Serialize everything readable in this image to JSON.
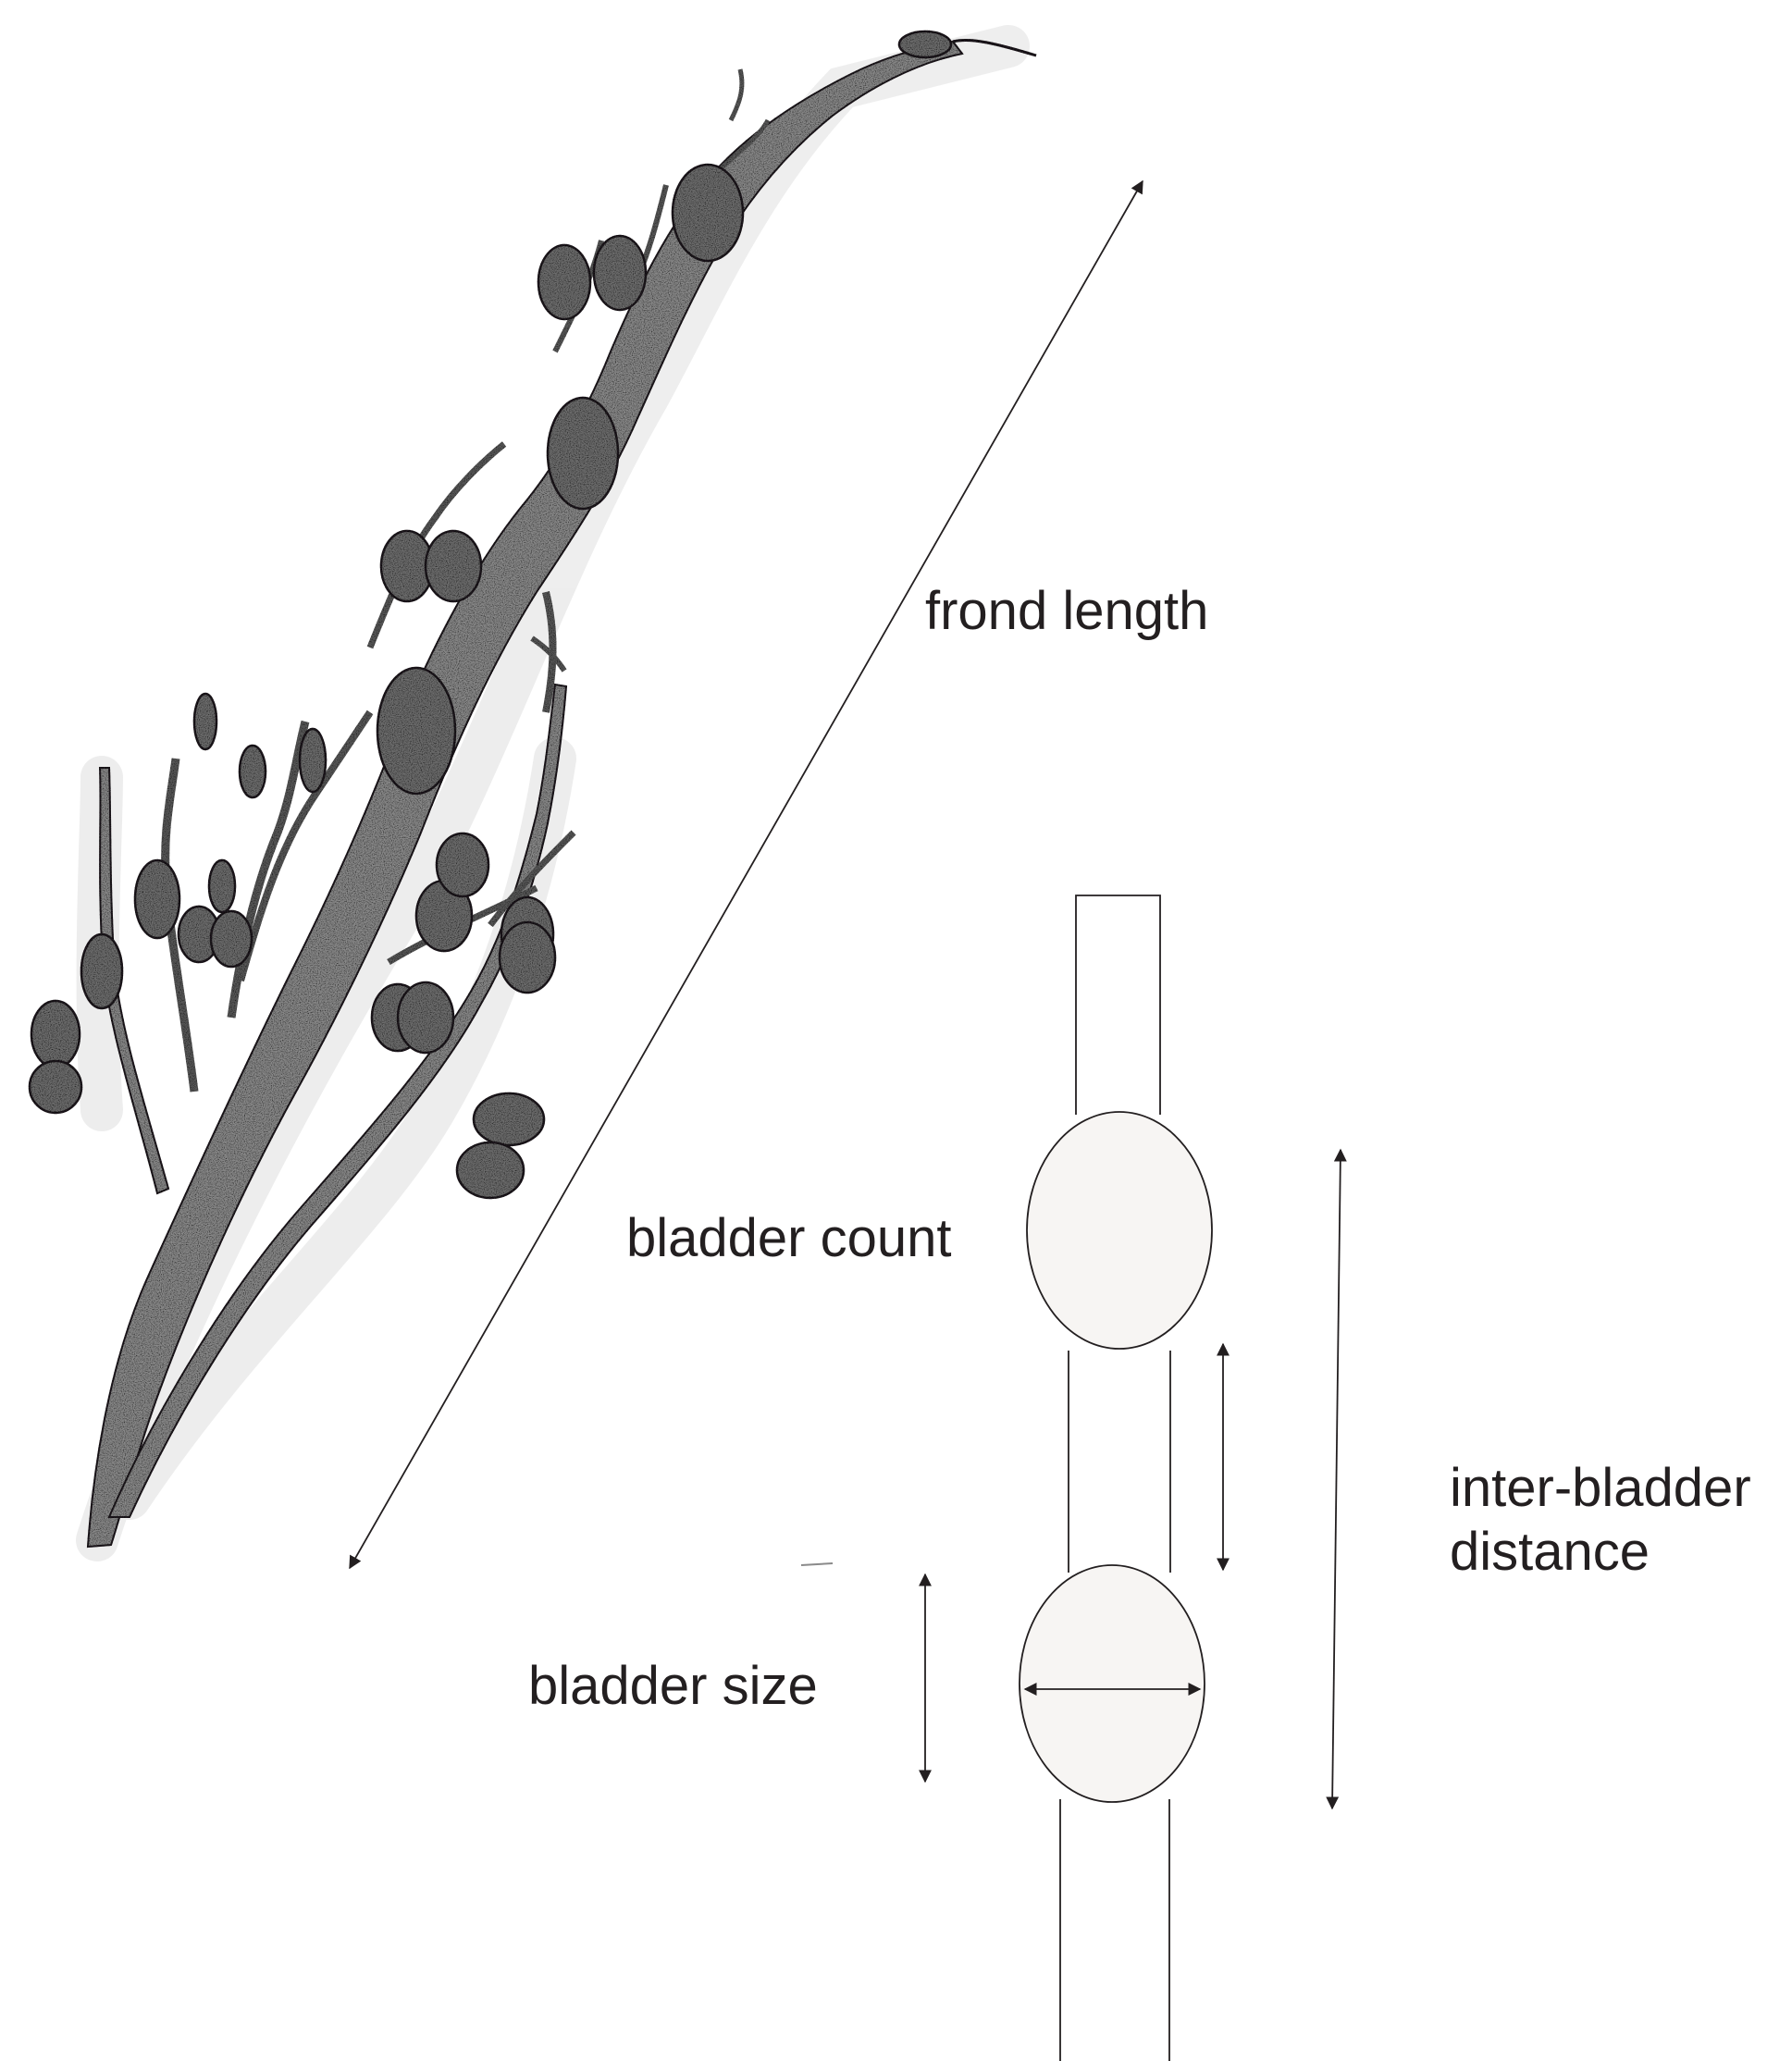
{
  "labels": {
    "frond_length": "frond length",
    "bladder_count": "bladder count",
    "bladder_size": "bladder size",
    "inter_bladder_line1": "inter-bladder",
    "inter_bladder_line2": "distance"
  },
  "colors": {
    "ink": "#231f20",
    "bladder_fill": "#f7f5f3",
    "halo": "#ececec",
    "seaweed_tone": "#6e6e6e"
  }
}
